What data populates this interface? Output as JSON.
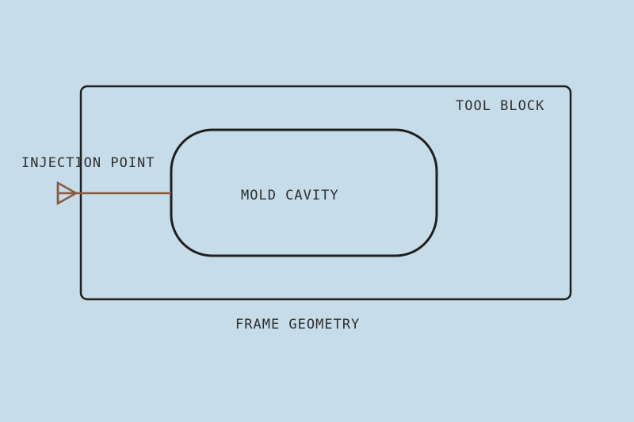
{
  "diagram": {
    "labels": {
      "tool_block": "TOOL BLOCK",
      "injection_point": "INJECTION POINT",
      "mold_cavity": "MOLD CAVITY",
      "frame_geometry": "FRAME GEOMETRY"
    },
    "colors": {
      "background": "#c6dce8",
      "outline": "#1f1f1f",
      "runner": "#8a5a3c",
      "text": "#2e2e2e"
    }
  }
}
